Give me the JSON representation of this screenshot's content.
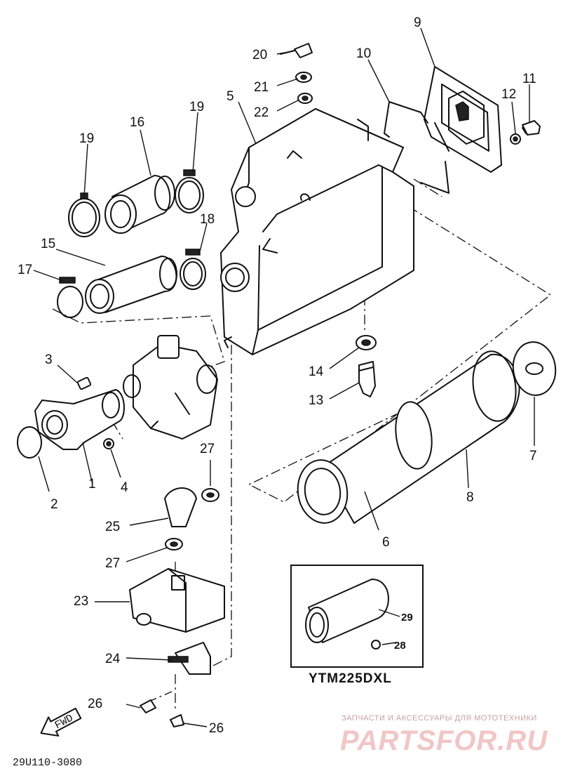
{
  "callouts": {
    "c1": "1",
    "c2": "2",
    "c3": "3",
    "c4": "4",
    "c5": "5",
    "c6": "6",
    "c7": "7",
    "c8": "8",
    "c9": "9",
    "c10": "10",
    "c11": "11",
    "c12": "12",
    "c13": "13",
    "c14": "14",
    "c15": "15",
    "c16": "16",
    "c17": "17",
    "c18": "18",
    "c19a": "19",
    "c19b": "19",
    "c20": "20",
    "c21": "21",
    "c22": "22",
    "c23": "23",
    "c24": "24",
    "c25": "25",
    "c26a": "26",
    "c26b": "26",
    "c27a": "27",
    "c27b": "27",
    "c28": "28",
    "c29": "29"
  },
  "inset_model": "YTM225DXL",
  "fwd_label": "FWD",
  "diagram_code": "29U110-3080",
  "watermark": {
    "tagline": "ЗАПЧАСТИ И АКСЕССУАРЫ ДЛЯ МОТОТЕХНИКИ",
    "brand": "PARTSFOR.RU"
  },
  "colors": {
    "ink": "#111111",
    "watermark": "#f2c6c6"
  }
}
